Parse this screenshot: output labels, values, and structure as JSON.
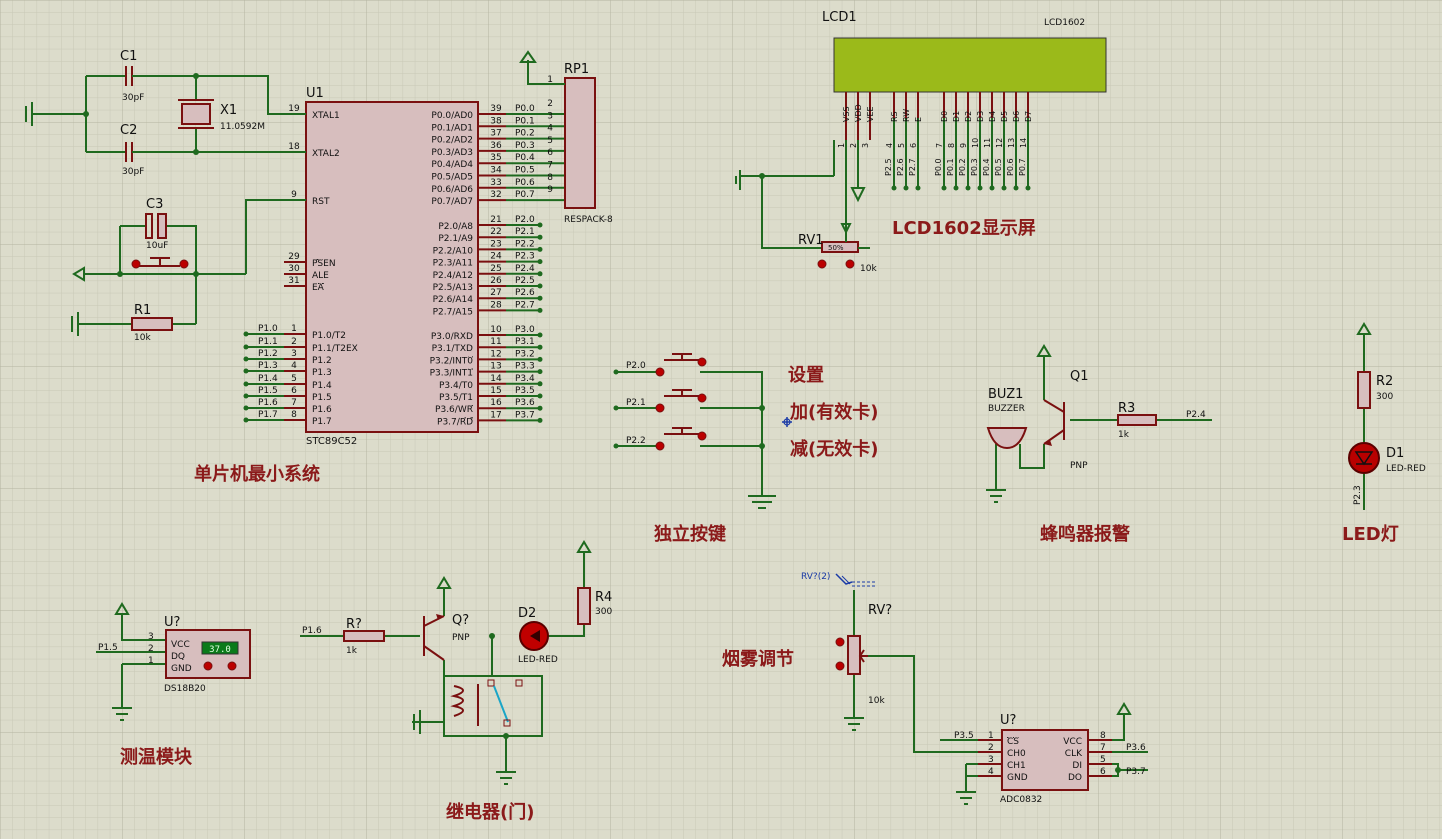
{
  "titles": {
    "mcu": "单片机最小系统",
    "lcd": "LCD1602显示屏",
    "keys": "独立按键",
    "buzzer": "蜂鸣器报警",
    "led": "LED灯",
    "temp": "测温模块",
    "relay": "继电器(门)",
    "smoke": "烟雾调节"
  },
  "keys": {
    "k1": "设置",
    "k2": "加(有效卡)",
    "k3": "减(无效卡)"
  },
  "mcu": {
    "ref": "U1",
    "part": "STC89C52",
    "left_pins": [
      {
        "num": "19",
        "name": "XTAL1"
      },
      {
        "num": "18",
        "name": "XTAL2"
      },
      {
        "num": "9",
        "name": "RST"
      },
      {
        "num": "29",
        "name": "PSEN"
      },
      {
        "num": "30",
        "name": "ALE"
      },
      {
        "num": "31",
        "name": "EA"
      },
      {
        "num": "1",
        "name": "P1.0/T2",
        "net": "P1.0"
      },
      {
        "num": "2",
        "name": "P1.1/T2EX",
        "net": "P1.1"
      },
      {
        "num": "3",
        "name": "P1.2",
        "net": "P1.2"
      },
      {
        "num": "4",
        "name": "P1.3",
        "net": "P1.3"
      },
      {
        "num": "5",
        "name": "P1.4",
        "net": "P1.4"
      },
      {
        "num": "6",
        "name": "P1.5",
        "net": "P1.5"
      },
      {
        "num": "7",
        "name": "P1.6",
        "net": "P1.6"
      },
      {
        "num": "8",
        "name": "P1.7",
        "net": "P1.7"
      }
    ],
    "right_pins": [
      {
        "num": "39",
        "name": "P0.0/AD0",
        "net": "P0.0"
      },
      {
        "num": "38",
        "name": "P0.1/AD1",
        "net": "P0.1"
      },
      {
        "num": "37",
        "name": "P0.2/AD2",
        "net": "P0.2"
      },
      {
        "num": "36",
        "name": "P0.3/AD3",
        "net": "P0.3"
      },
      {
        "num": "35",
        "name": "P0.4/AD4",
        "net": "P0.4"
      },
      {
        "num": "34",
        "name": "P0.5/AD5",
        "net": "P0.5"
      },
      {
        "num": "33",
        "name": "P0.6/AD6",
        "net": "P0.6"
      },
      {
        "num": "32",
        "name": "P0.7/AD7",
        "net": "P0.7"
      },
      {
        "num": "21",
        "name": "P2.0/A8",
        "net": "P2.0"
      },
      {
        "num": "22",
        "name": "P2.1/A9",
        "net": "P2.1"
      },
      {
        "num": "23",
        "name": "P2.2/A10",
        "net": "P2.2"
      },
      {
        "num": "24",
        "name": "P2.3/A11",
        "net": "P2.3"
      },
      {
        "num": "25",
        "name": "P2.4/A12",
        "net": "P2.4"
      },
      {
        "num": "26",
        "name": "P2.5/A13",
        "net": "P2.5"
      },
      {
        "num": "27",
        "name": "P2.6/A14",
        "net": "P2.6"
      },
      {
        "num": "28",
        "name": "P2.7/A15",
        "net": "P2.7"
      },
      {
        "num": "10",
        "name": "P3.0/RXD",
        "net": "P3.0"
      },
      {
        "num": "11",
        "name": "P3.1/TXD",
        "net": "P3.1"
      },
      {
        "num": "12",
        "name": "P3.2/INT0",
        "net": "P3.2"
      },
      {
        "num": "13",
        "name": "P3.3/INT1",
        "net": "P3.3"
      },
      {
        "num": "14",
        "name": "P3.4/T0",
        "net": "P3.4"
      },
      {
        "num": "15",
        "name": "P3.5/T1",
        "net": "P3.5"
      },
      {
        "num": "16",
        "name": "P3.6/WR",
        "net": "P3.6"
      },
      {
        "num": "17",
        "name": "P3.7/RD",
        "net": "P3.7"
      }
    ]
  },
  "osc": {
    "c1": "C1",
    "c1v": "30pF",
    "c2": "C2",
    "c2v": "30pF",
    "x1": "X1",
    "x1v": "11.0592M",
    "c3": "C3",
    "c3v": "10uF",
    "r1": "R1",
    "r1v": "10k"
  },
  "rp1": {
    "ref": "RP1",
    "part": "RESPACK-8",
    "pins": [
      "1",
      "2",
      "3",
      "4",
      "5",
      "6",
      "7",
      "8",
      "9"
    ]
  },
  "lcd": {
    "ref": "LCD1",
    "part": "LCD1602",
    "pins": [
      {
        "name": "VSS",
        "num": "1"
      },
      {
        "name": "VDD",
        "num": "2"
      },
      {
        "name": "VEE",
        "num": "3"
      },
      {
        "name": "RS",
        "num": "4"
      },
      {
        "name": "RW",
        "num": "5"
      },
      {
        "name": "E",
        "num": "6"
      },
      {
        "name": "D0",
        "num": "7"
      },
      {
        "name": "D1",
        "num": "8"
      },
      {
        "name": "D2",
        "num": "9"
      },
      {
        "name": "D3",
        "num": "10"
      },
      {
        "name": "D4",
        "num": "11"
      },
      {
        "name": "D5",
        "num": "12"
      },
      {
        "name": "D6",
        "num": "13"
      },
      {
        "name": "D7",
        "num": "14"
      }
    ],
    "nets": [
      "P2.5",
      "P2.6",
      "P2.7",
      "P0.0",
      "P0.1",
      "P0.2",
      "P0.3",
      "P0.4",
      "P0.5",
      "P0.6",
      "P0.7"
    ],
    "rv": "RV1",
    "rvv": "10k",
    "rvpct": "50%"
  },
  "keys_nets": [
    "P2.0",
    "P2.1",
    "P2.2"
  ],
  "buzzer": {
    "buz": "BUZ1",
    "buzpart": "BUZZER",
    "q": "Q1",
    "qtype": "PNP",
    "r": "R3",
    "rv": "1k",
    "net": "P2.4"
  },
  "led": {
    "r": "R2",
    "rv": "300",
    "d": "D1",
    "dpart": "LED-RED",
    "net": "P2.3"
  },
  "temp": {
    "ref": "U?",
    "part": "DS18B20",
    "net": "P1.5",
    "reading": "37.0",
    "pins": [
      "VCC",
      "DQ",
      "GND"
    ],
    "nums": [
      "3",
      "2",
      "1"
    ]
  },
  "relay": {
    "r": "R?",
    "rv": "1k",
    "net": "P1.6",
    "q": "Q?",
    "qtype": "PNP",
    "d": "D2",
    "dpart": "LED-RED",
    "r4": "R4",
    "r4v": "300"
  },
  "smoke": {
    "probe": "RV?(2)",
    "rv": "RV?",
    "rvv": "10k"
  },
  "adc": {
    "ref": "U?",
    "part": "ADC0832",
    "left": [
      {
        "num": "1",
        "name": "CS",
        "net": "P3.5"
      },
      {
        "num": "2",
        "name": "CH0"
      },
      {
        "num": "3",
        "name": "CH1"
      },
      {
        "num": "4",
        "name": "GND"
      }
    ],
    "right": [
      {
        "num": "8",
        "name": "VCC"
      },
      {
        "num": "7",
        "name": "CLK",
        "net": "P3.6"
      },
      {
        "num": "5",
        "name": "DI"
      },
      {
        "num": "6",
        "name": "DO",
        "net": "P3.7"
      }
    ]
  }
}
